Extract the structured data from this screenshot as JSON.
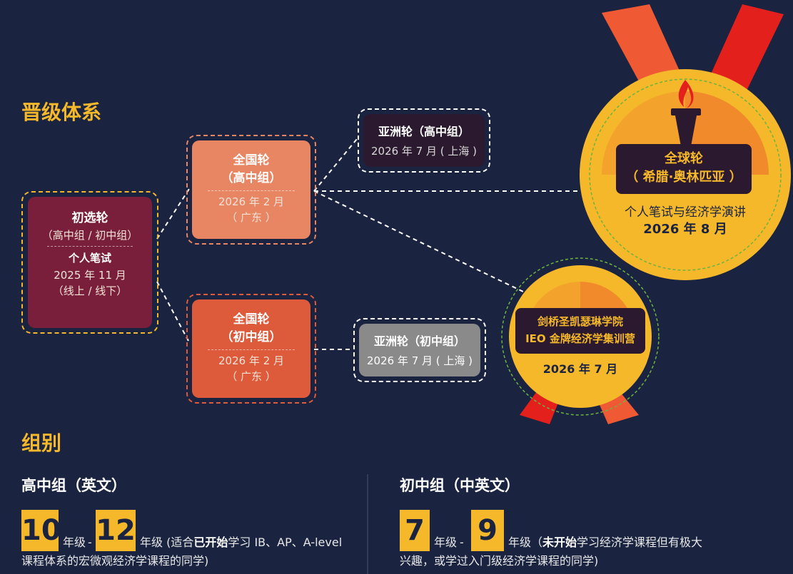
{
  "sections": {
    "promotion_title": "晋级体系",
    "groups_title": "组别"
  },
  "preliminary": {
    "title": "初选轮",
    "groups": "（高中组 / 初中组）",
    "format": "个人笔试",
    "date": "2025 年 11 月",
    "mode": "（线上 / 线下）"
  },
  "national_high": {
    "title_line1": "全国轮",
    "title_line2": "（高中组）",
    "date": "2026 年 2 月",
    "location": "（ 广东 ）"
  },
  "national_middle": {
    "title_line1": "全国轮",
    "title_line2": "（初中组）",
    "date": "2026 年 2 月",
    "location": "（ 广东 ）"
  },
  "asia_high": {
    "title": "亚洲轮（高中组）",
    "date": "2026 年 7 月 ( 上海 )"
  },
  "asia_middle": {
    "title": "亚洲轮（初中组）",
    "date": "2026 年 7 月 ( 上海 )"
  },
  "global": {
    "title_line1": "全球轮",
    "title_line2": "（ 希腊·奥林匹亚 ）",
    "format": "个人笔试与经济学演讲",
    "date": "2026 年 8 月"
  },
  "camp": {
    "title_line1": "剑桥圣凯瑟琳学院",
    "title_line2": "IEO 金牌经济学集训营",
    "date": "2026 年 7 月"
  },
  "high_group": {
    "heading": "高中组（英文）",
    "grade_from": "10",
    "grade_to": "12",
    "grade_unit": "年级",
    "dash": "-",
    "desc_pre": "年级 (适合",
    "desc_bold": "已开始",
    "desc_post": "学习 IB、AP、A-level",
    "desc_line2": "课程体系的宏微观经济学课程的同学)"
  },
  "middle_group": {
    "heading": "初中组（中英文）",
    "grade_from": "7",
    "grade_to": "9",
    "grade_unit": "年级",
    "dash": "-",
    "desc_pre": "年级（",
    "desc_bold": "未开始",
    "desc_post": "学习经济学课程但有极大",
    "desc_line2": "兴趣，或学过入门级经济学课程的同学)"
  },
  "colors": {
    "background": "#1a2340",
    "accent_yellow": "#f5b82a",
    "preliminary": "#7a1f3b",
    "national_high": "#e88563",
    "national_middle": "#dd5a3a",
    "asia_high": "#2b1a2f",
    "asia_middle": "#8a8a8a",
    "ribbon_orange": "#ef5a34",
    "ribbon_red": "#e3201c"
  }
}
